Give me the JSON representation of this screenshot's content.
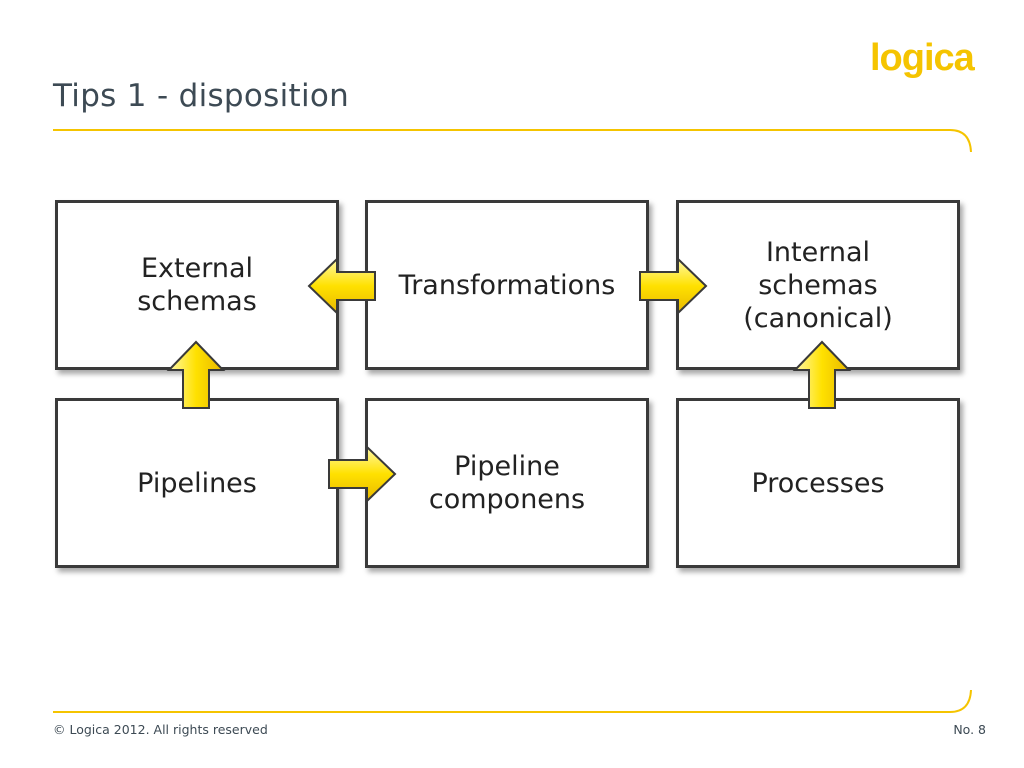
{
  "slide": {
    "title": "Tips 1 - disposition"
  },
  "logo": {
    "text": "logica",
    "color": "#f5c400"
  },
  "boxes": {
    "external_schemas": "External\nschemas",
    "transformations": "Transformations",
    "internal_schemas": "Internal\nschemas\n(canonical)",
    "pipelines": "Pipelines",
    "pipeline_components": "Pipeline\ncomponens",
    "processes": "Processes"
  },
  "footer": {
    "copyright": "© Logica 2012. All rights reserved",
    "page_number": "No. 8"
  },
  "colors": {
    "accent_yellow": "#f5c400",
    "arrow_light": "#fff9a8",
    "arrow_dark": "#f0c800",
    "border": "#3a3a3a",
    "title": "#3d4a54"
  }
}
